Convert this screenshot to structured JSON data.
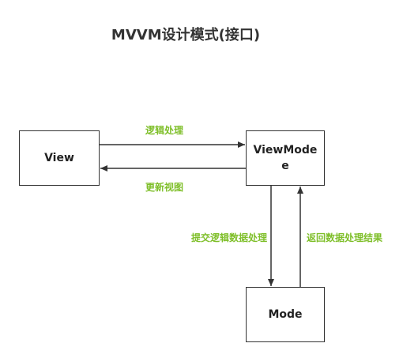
{
  "title": "MVVM设计模式(接口)",
  "nodes": {
    "view": "View",
    "viewmodel": "ViewMode​e",
    "model": "Mode"
  },
  "edges": {
    "view_to_viewmodel": "逻辑处理",
    "viewmodel_to_view": "更新视图",
    "viewmodel_to_model": "提交逻辑数据处理",
    "model_to_viewmodel": "返回数据处理结果"
  },
  "colors": {
    "label_green": "#7fbf2a",
    "line": "#333333"
  }
}
